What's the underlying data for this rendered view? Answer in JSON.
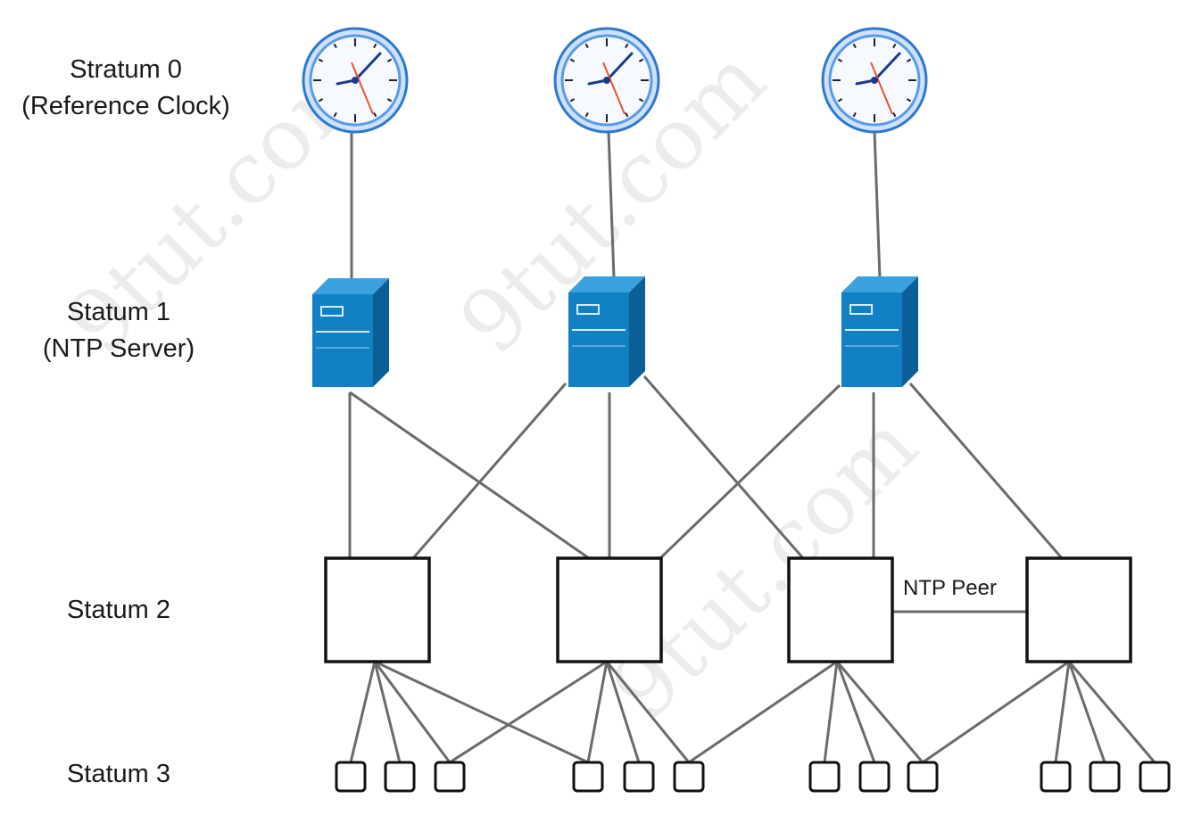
{
  "levels": {
    "stratum0": {
      "line1": "Stratum 0",
      "line2": "(Reference Clock)"
    },
    "stratum1": {
      "line1": "Statum 1",
      "line2": "(NTP Server)"
    },
    "stratum2": {
      "line1": "Statum 2"
    },
    "stratum3": {
      "line1": "Statum 3"
    }
  },
  "peer_label": "NTP Peer",
  "watermark": "9tut.com",
  "colors": {
    "line": "#6b6b6b",
    "box_stroke": "#111111",
    "server_front": "#1180c4",
    "server_side": "#0a5f98",
    "server_top": "#3ba0de",
    "clock_ring": "#2e78d0",
    "clock_face": "#f6f9ff",
    "hand_dark": "#1e3a8a",
    "hand_red": "#e8532e"
  },
  "icons": {
    "clock": "clock-icon",
    "server": "server-icon"
  }
}
